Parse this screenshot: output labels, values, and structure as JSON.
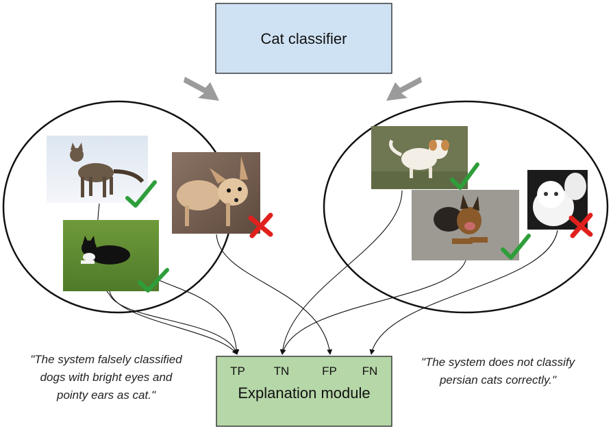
{
  "classifier": {
    "label": "Cat classifier",
    "fill": "#cfe2f3"
  },
  "explanation_module": {
    "label": "Explanation module",
    "fill": "#b6d7a8",
    "slots": [
      "TP",
      "TN",
      "FP",
      "FN"
    ]
  },
  "quotes": {
    "left": [
      "\"The system falsely classified",
      "dogs with bright eyes and",
      "pointy ears as cat.\""
    ],
    "right": [
      "\"The system does not classify",
      "persian cats correctly.\""
    ]
  },
  "groups": {
    "left": {
      "items": [
        {
          "name": "tabby-cat-photo",
          "subject": "tabby cat in snow",
          "verdict": "correct"
        },
        {
          "name": "black-white-cat-photo",
          "subject": "black and white cat on grass",
          "verdict": "correct"
        },
        {
          "name": "chihuahua-photo",
          "subject": "chihuahua dog",
          "verdict": "incorrect"
        }
      ]
    },
    "right": {
      "items": [
        {
          "name": "white-dog-photo",
          "subject": "white and tan dog on grass",
          "verdict": "correct"
        },
        {
          "name": "shepherd-dog-photo",
          "subject": "german shepherd lying on pavement",
          "verdict": "correct"
        },
        {
          "name": "persian-cat-photo",
          "subject": "white persian cat",
          "verdict": "incorrect"
        }
      ]
    }
  },
  "colors": {
    "check": "#2e9e3a",
    "cross": "#e0201d",
    "arrow": "#9b9b9b",
    "line": "#111111"
  }
}
